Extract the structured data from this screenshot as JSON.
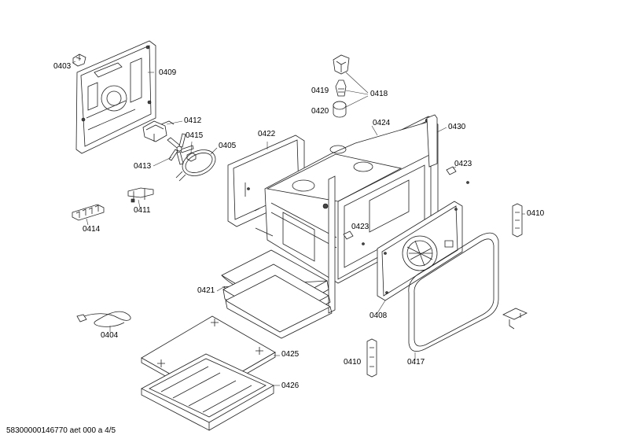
{
  "labels": {
    "p0403": "0403",
    "p0409": "0409",
    "p0412": "0412",
    "p0415": "0415",
    "p0405": "0405",
    "p0413": "0413",
    "p0411": "0411",
    "p0414": "0414",
    "p0419": "0419",
    "p0418": "0418",
    "p0420": "0420",
    "p0424": "0424",
    "p0430": "0430",
    "p0422": "0422",
    "p0423a": "0423",
    "p0423b": "0423",
    "p0410a": "0410",
    "p0421": "0421",
    "p0408": "0408",
    "p0404": "0404",
    "p0425": "0425",
    "p0426": "0426",
    "p0410b": "0410",
    "p0417": "0417"
  },
  "footer": "58300000146770 aet 000 a 4/5"
}
